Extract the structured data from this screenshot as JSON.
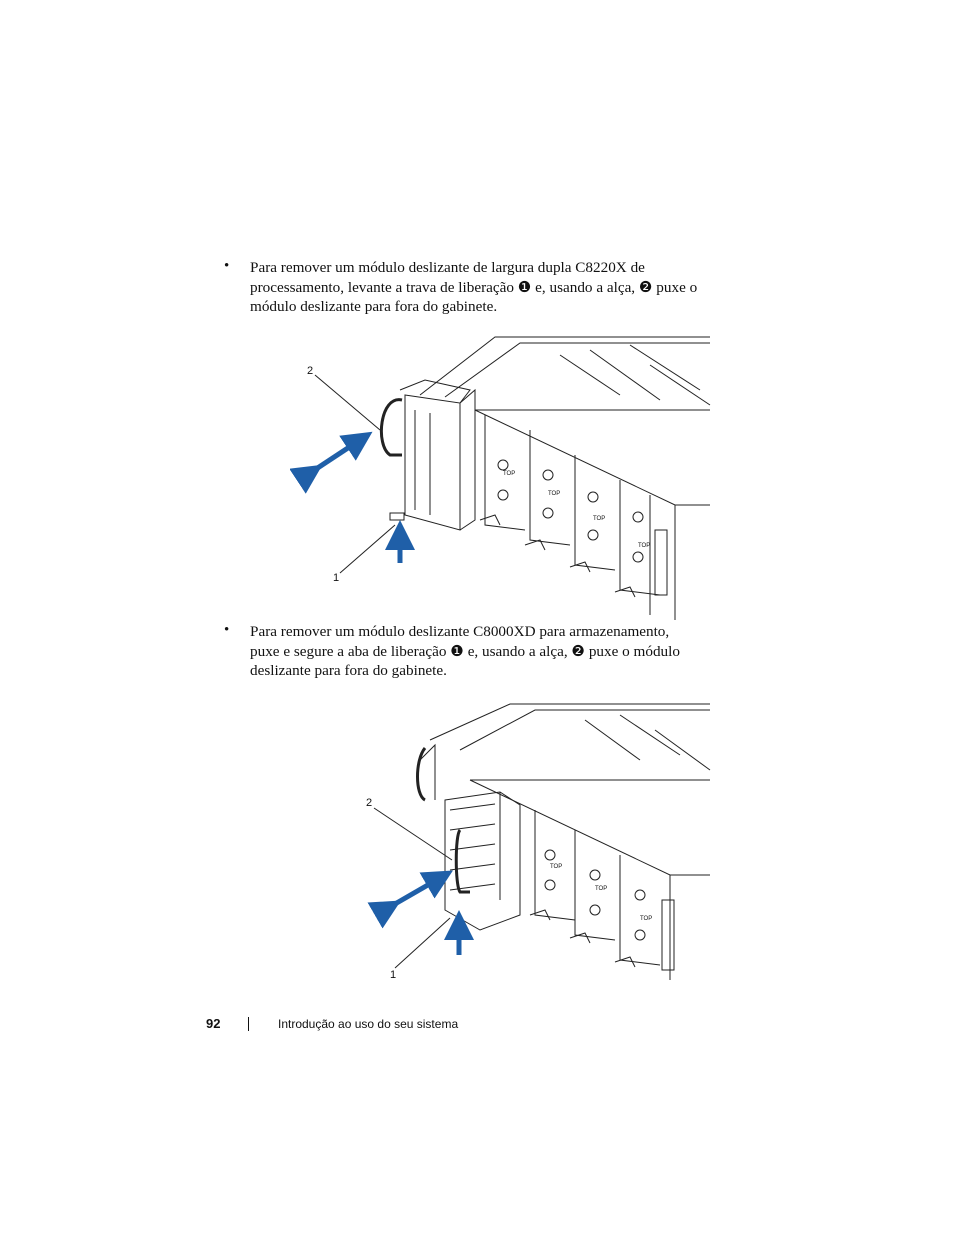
{
  "instructions": [
    {
      "bullet": "•",
      "lines": [
        "Para remover um módulo deslizante de largura dupla C8220X de",
        "processamento, levante a trava de liberação ❶ e, usando a alça,  ❷ puxe o",
        "módulo deslizante para fora do gabinete."
      ]
    },
    {
      "bullet": "•",
      "lines": [
        "Para remover um módulo deslizante C8000XD para armazenamento,",
        "puxe e segure a aba de liberação ❶ e, usando a alça, ❷ puxe o módulo",
        "deslizante para fora do gabinete."
      ]
    }
  ],
  "figure1": {
    "callouts": [
      "2",
      "1"
    ],
    "sled_label": "TOP"
  },
  "figure2": {
    "callouts": [
      "2",
      "1"
    ],
    "sled_label": "TOP"
  },
  "footer": {
    "page_number": "92",
    "separator": "|",
    "section_title": "Introdução ao uso do seu sistema"
  },
  "colors": {
    "arrow": "#1f5fa8",
    "line": "#222222"
  }
}
